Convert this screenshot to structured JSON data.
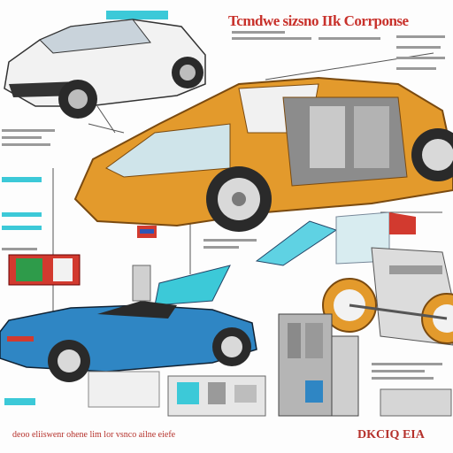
{
  "headline": "Tcmdwe sizsno IIk Corrponse",
  "footer_left": "deoo eliiswenr ohene lim lor vsnco ailne eiefe",
  "footer_right": "DKCIQ EIA",
  "colors": {
    "body_white": "#f2f2f2",
    "body_orange": "#e39a2c",
    "body_blue": "#2f86c4",
    "accent_red": "#d23a2f",
    "accent_cyan": "#3cc9d8"
  }
}
